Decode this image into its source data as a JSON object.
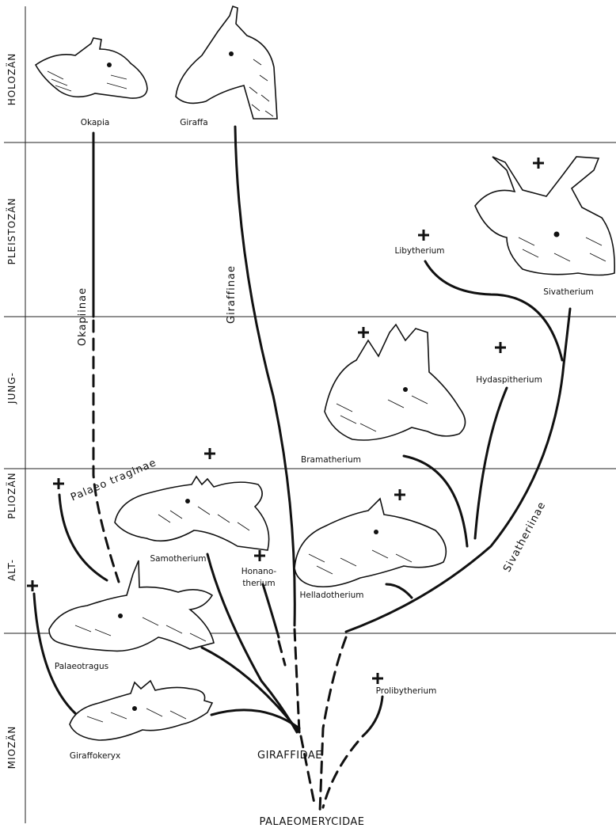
{
  "epochs": {
    "holozaen": "HOLOZÄN",
    "pleistozaen": "PLEISTOZÄN",
    "jung": "JUNG-",
    "pliozaen": "PLIOZÄN",
    "alt": "ALT-",
    "miozaen": "MIOZÄN"
  },
  "taxa": {
    "okapia": "Okapia",
    "giraffa": "Giraffa",
    "libytherium": "Libytherium",
    "sivatherium": "Sivatherium",
    "hydaspitherium": "Hydaspitherium",
    "bramatherium": "Bramatherium",
    "samotherium": "Samotherium",
    "honanotherium_1": "Honano-",
    "honanotherium_2": "therium",
    "helladotherium": "Helladotherium",
    "palaeotragus": "Palaeotragus",
    "prolibytherium": "Prolibytherium",
    "giraffokeryx": "Giraffokeryx"
  },
  "families": {
    "giraffidae": "GIRAFFIDAE",
    "palaeomerycidae": "PALAEOMERYCIDAE"
  },
  "subfamilies": {
    "okapiinae": "Okapiinae",
    "giraffinae": "Giraffinae",
    "palaeotraginae": "Palaeo traginae",
    "sivatheriinae": "Sivatheriinae"
  },
  "colors": {
    "ink": "#111111",
    "paper": "#ffffff"
  }
}
